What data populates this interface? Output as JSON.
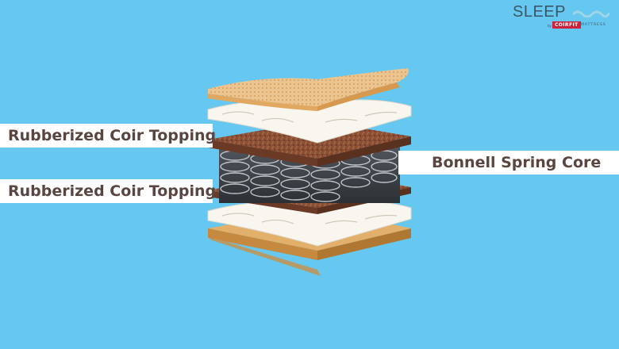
{
  "logo": {
    "wordmark": "SLEEP",
    "by": "by",
    "brand": "COIRFIT",
    "suffix": "MATTRESS",
    "brand_color": "#d0213a"
  },
  "labels": {
    "top_left": "Rubberized Coir Topping",
    "bottom_left": "Rubberized Coir Topping",
    "right": "Bonnell Spring Core"
  },
  "layers": [
    {
      "name": "top-fabric",
      "color": "#e8b776"
    },
    {
      "name": "top-foam",
      "color": "#f7f4ec"
    },
    {
      "name": "top-coir",
      "color": "#8a4f34"
    },
    {
      "name": "spring-core",
      "color": "#3d4247"
    },
    {
      "name": "bottom-coir",
      "color": "#8a4f34"
    },
    {
      "name": "bottom-foam",
      "color": "#f7f4ec"
    },
    {
      "name": "base-board",
      "color": "#d6a25b"
    }
  ],
  "colors": {
    "background": "#66c8f0",
    "label_text": "#5a4540",
    "label_band": "#ffffff"
  }
}
